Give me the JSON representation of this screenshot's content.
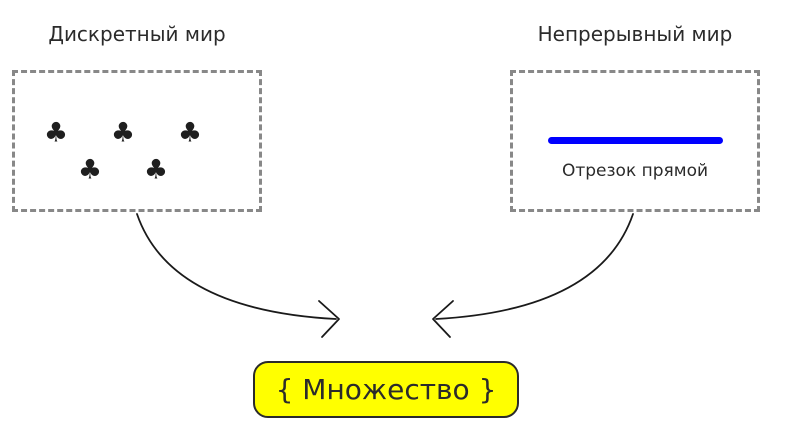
{
  "discrete": {
    "title": "Дискретный мир",
    "symbol": "♣",
    "symbol_name": "club-suit-icon",
    "symbol_count": 5
  },
  "continuous": {
    "title": "Непрерывный мир",
    "segment_label": "Отрезок прямой",
    "segment_color": "#0000ff"
  },
  "result": {
    "label": "{ Множество }",
    "fill_color": "#ffff00",
    "border_color": "#2b2b2b"
  },
  "style": {
    "dashed_border_color": "#888888",
    "arrow_color": "#1a1a1a",
    "text_color": "#2b2b2b",
    "background": "#ffffff"
  }
}
